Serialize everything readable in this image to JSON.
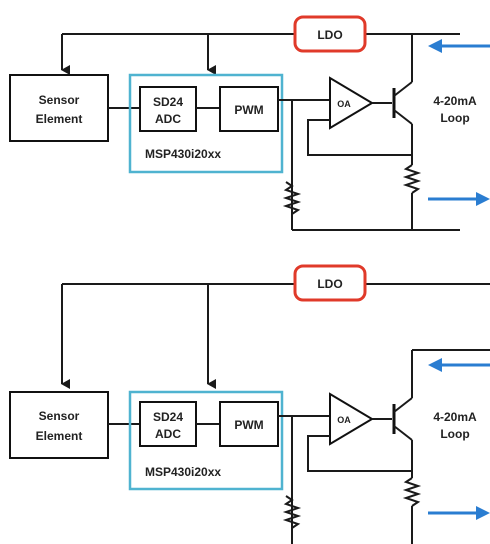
{
  "colors": {
    "wire": "#1a1a1a",
    "ldo_border": "#e03a2a",
    "mcu_border": "#4fb3d0",
    "arrow": "#2a7dd1"
  },
  "diagrams": [
    {
      "ldo": "LDO",
      "sensor_line1": "Sensor",
      "sensor_line2": "Element",
      "adc_line1": "SD24",
      "adc_line2": "ADC",
      "pwm": "PWM",
      "mcu": "MSP430i20xx",
      "opamp": "OA",
      "loop_line1": "4-20mA",
      "loop_line2": "Loop"
    },
    {
      "ldo": "LDO",
      "sensor_line1": "Sensor",
      "sensor_line2": "Element",
      "adc_line1": "SD24",
      "adc_line2": "ADC",
      "pwm": "PWM",
      "mcu": "MSP430i20xx",
      "opamp": "OA",
      "loop_line1": "4-20mA",
      "loop_line2": "Loop"
    }
  ]
}
